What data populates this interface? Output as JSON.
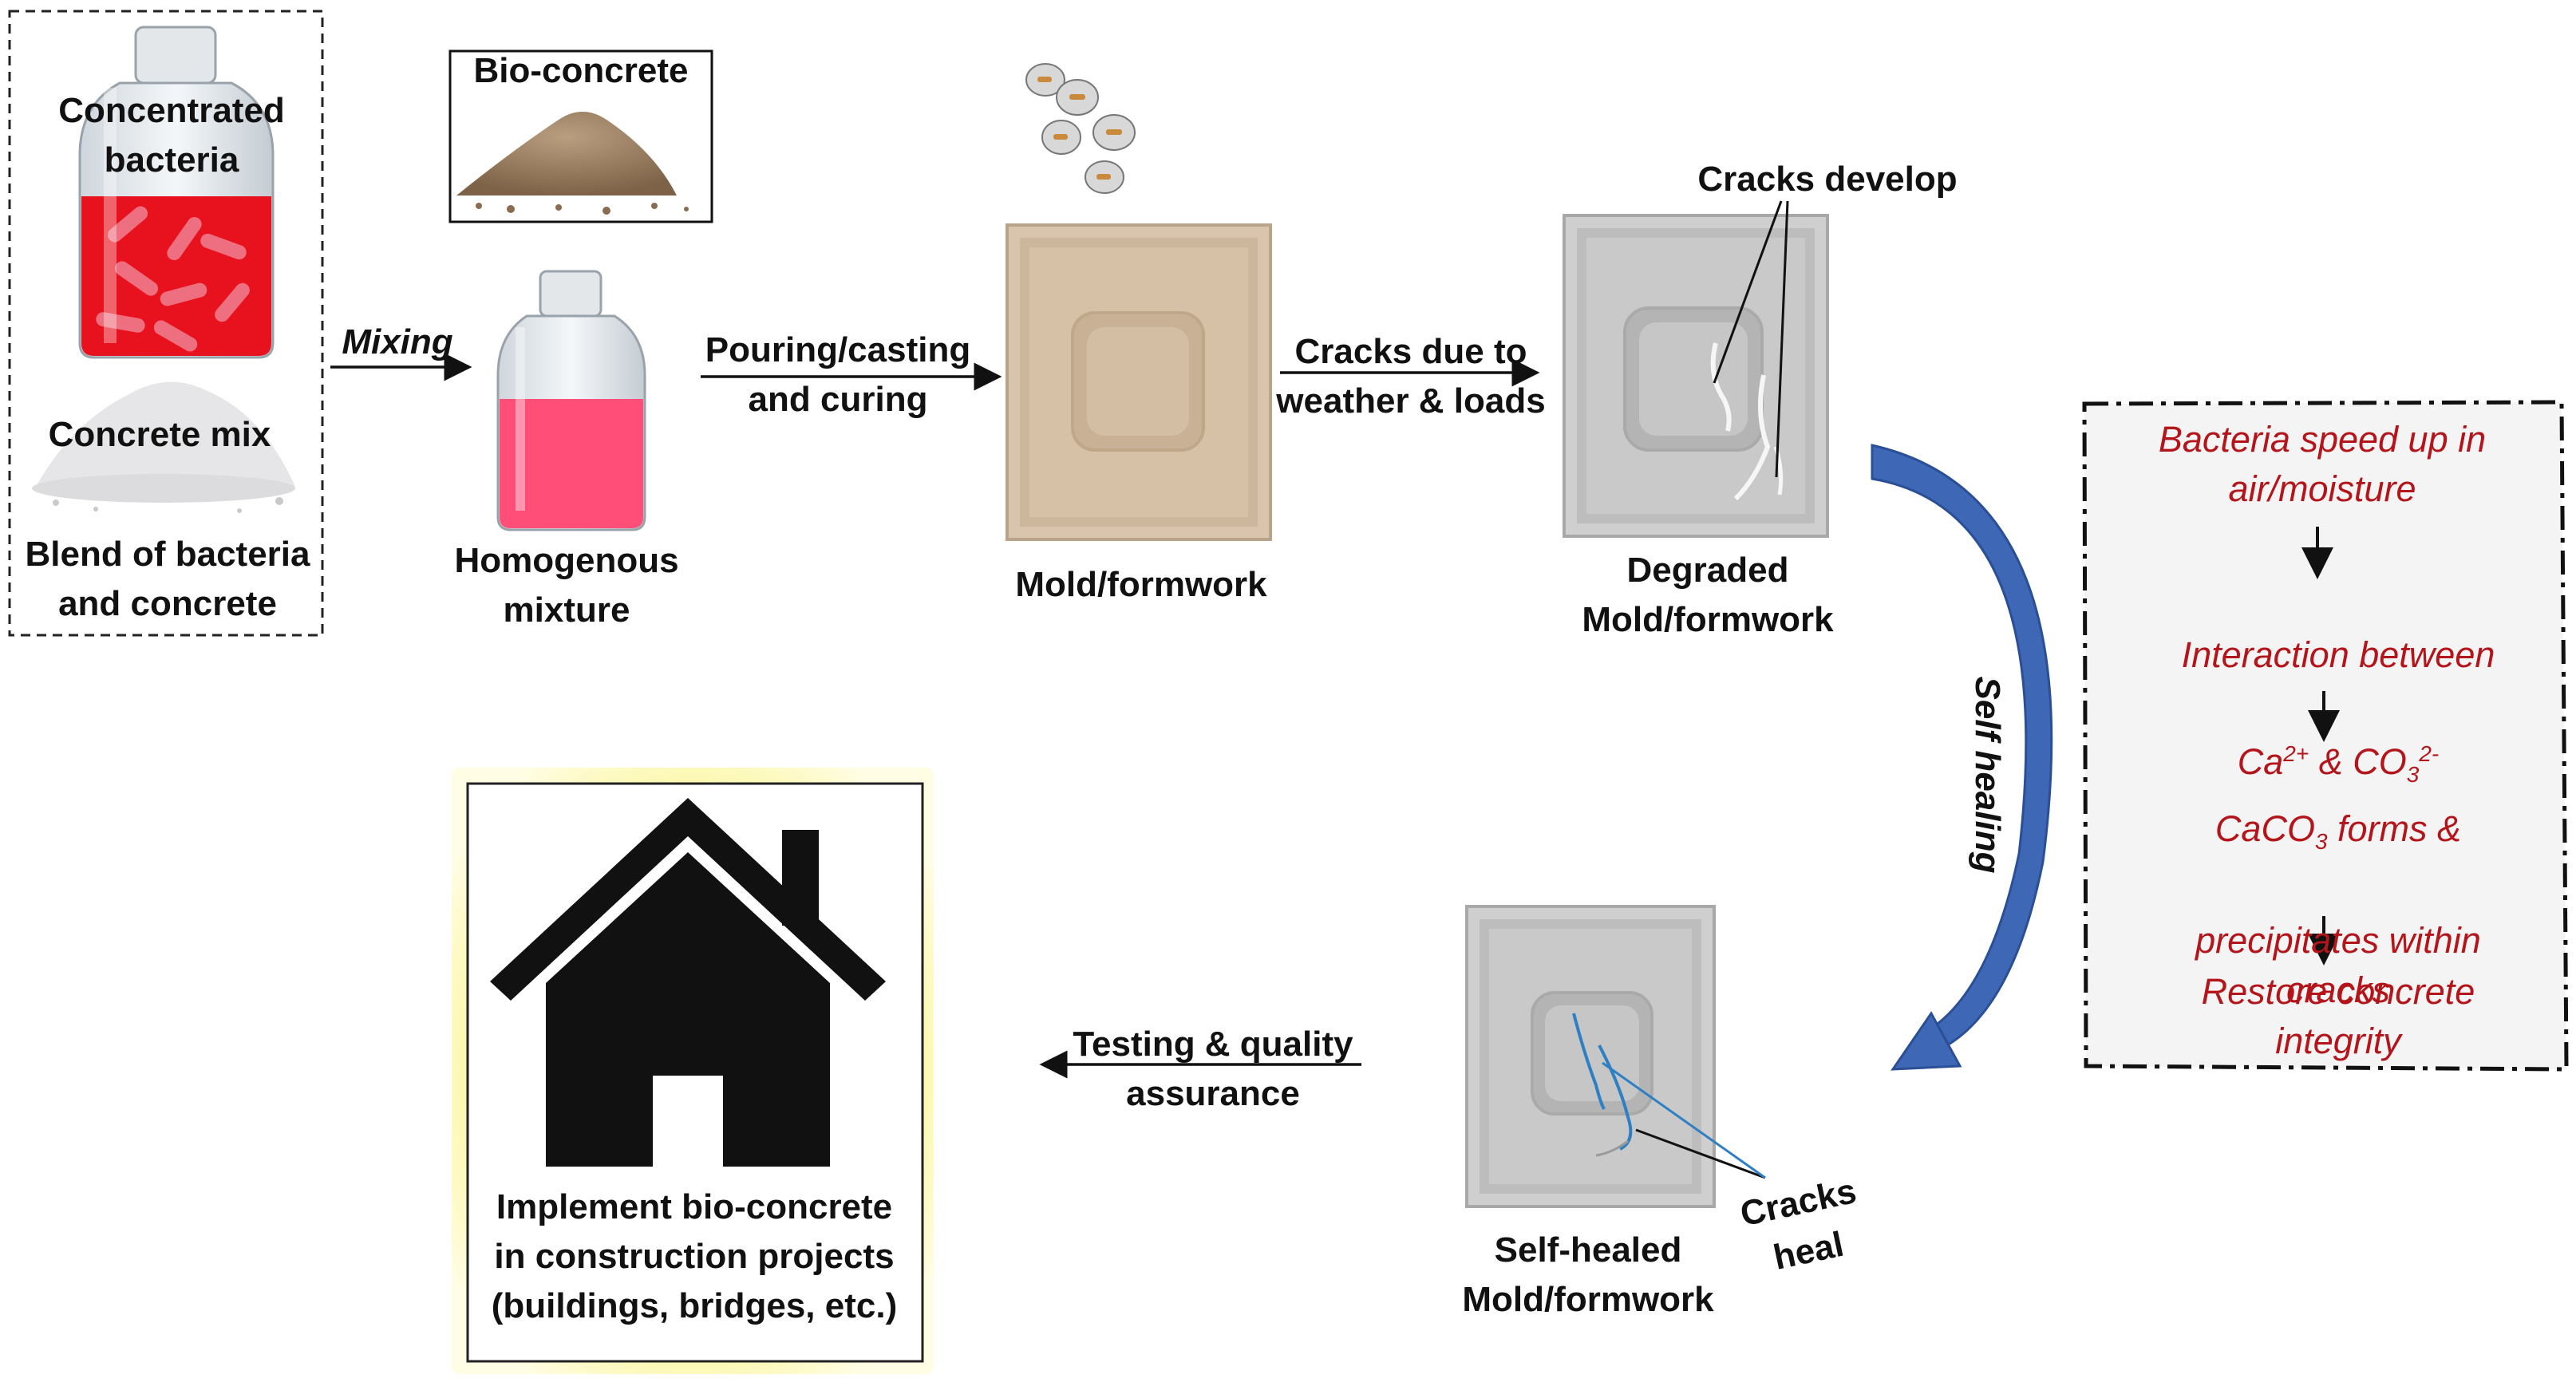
{
  "step1": {
    "bottle_label": "Concentrated\nbacteria",
    "powder_label": "Concrete mix",
    "caption": "Blend of bacteria\nand concrete"
  },
  "arrow_mixing": "Mixing",
  "bio_concrete_label": "Bio-concrete",
  "homogenous_label": "Homogenous\nmixture",
  "arrow_pouring": "Pouring/casting\nand curing",
  "mold_label": "Mold/formwork",
  "arrow_cracks": "Cracks due to\nweather & loads",
  "cracks_develop": "Cracks develop",
  "degraded_label": "Degraded\nMold/formwork",
  "self_healing": "Self healing",
  "process": {
    "step1": "Bacteria speed up in\nair/moisture",
    "step2_prefix": "Interaction between",
    "step2_ca": "Ca",
    "step2_ca_sup": "2+",
    "step2_amp": " & CO",
    "step2_co_sub": "3",
    "step2_co_sup": "2-",
    "step3_a": "CaCO",
    "step3_sub": "3",
    "step3_b": " forms &",
    "step3_c": "precipitates within\ncracks",
    "step4": "Restore concrete\nintegrity"
  },
  "cracks_heal": "Cracks\nheal",
  "self_healed_label": "Self-healed\nMold/formwork",
  "arrow_testing": "Testing & quality\nassurance",
  "implement_label": "Implement bio-concrete\nin construction projects\n(buildings, bridges, etc.)",
  "colors": {
    "liquid_red": "#e8121e",
    "liquid_pink": "#ff4f78",
    "mold_beige": "#d9c5ad",
    "mold_gray": "#c4c4c4",
    "arc_blue": "#3e67b5",
    "process_text": "#b3151b",
    "crack_blue": "#2f7fc4",
    "highlight_yellow": "#fbf7a8"
  }
}
